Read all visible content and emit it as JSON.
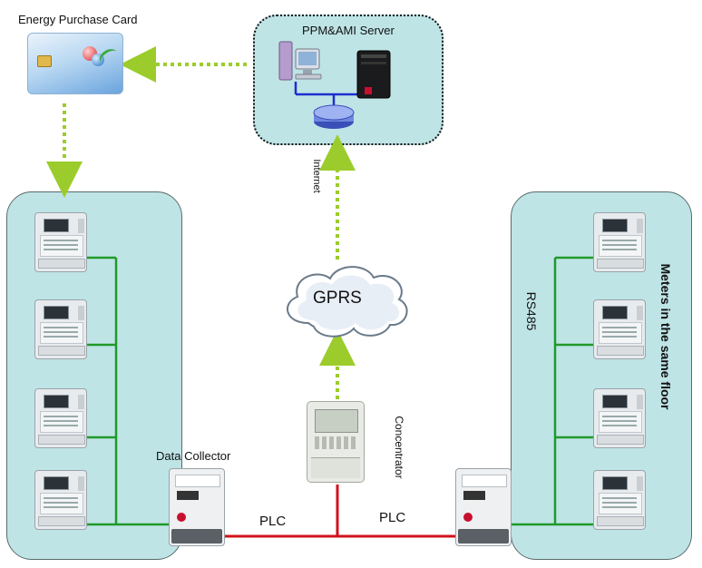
{
  "labels": {
    "card": "Energy Purchase Card",
    "server": "PPM&AMI Server",
    "internet": "Internet",
    "gprs": "GPRS",
    "concentrator": "Concentrator",
    "collector": "Data Collector",
    "plc_left": "PLC",
    "plc_right": "PLC",
    "rs485": "RS485",
    "same_floor": "Meters in the same floor"
  },
  "colors": {
    "panel": "#bfe4e6",
    "rs485_bus": "#1f9a2a",
    "plc_line": "#d0121b",
    "dotted_arrow": "#9ccc2c",
    "server_link": "#1c2fd0"
  }
}
